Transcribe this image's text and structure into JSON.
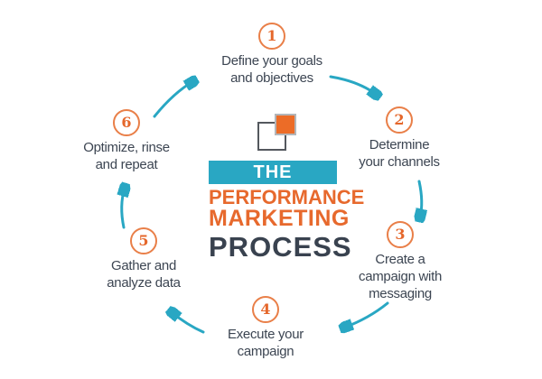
{
  "title": "The Performance Marketing Process cycle diagram",
  "colors": {
    "teal": "#29a7c3",
    "orange": "#e7692d",
    "orange_square": "#ec6c27",
    "navy": "#39424f",
    "step_text": "#3c4552",
    "circle_border": "#e97f48",
    "background": "#ffffff"
  },
  "center": {
    "band_word": "THE",
    "headline_line1": "PERFORMANCE",
    "headline_line2": "MARKETING",
    "headline_line3": "PROCESS",
    "logo": {
      "back_square": "white-outlined-square",
      "front_square": "orange-filled-square"
    }
  },
  "steps": [
    {
      "number": "1",
      "lines": [
        "Define your goals",
        "and objectives"
      ]
    },
    {
      "number": "2",
      "lines": [
        "Determine",
        "your channels"
      ]
    },
    {
      "number": "3",
      "lines": [
        "Create a",
        "campaign with",
        "messaging"
      ]
    },
    {
      "number": "4",
      "lines": [
        "Execute your",
        "campaign"
      ]
    },
    {
      "number": "5",
      "lines": [
        "Gather and",
        "analyze data"
      ]
    },
    {
      "number": "6",
      "lines": [
        "Optimize, rinse",
        "and repeat"
      ]
    }
  ],
  "arrows": [
    {
      "name": "arrow-6-to-1",
      "direction": "up-right"
    },
    {
      "name": "arrow-1-to-2",
      "direction": "down-right"
    },
    {
      "name": "arrow-2-to-3",
      "direction": "down"
    },
    {
      "name": "arrow-3-to-4",
      "direction": "down-left"
    },
    {
      "name": "arrow-4-to-5",
      "direction": "up-left"
    },
    {
      "name": "arrow-5-to-6",
      "direction": "up"
    }
  ]
}
